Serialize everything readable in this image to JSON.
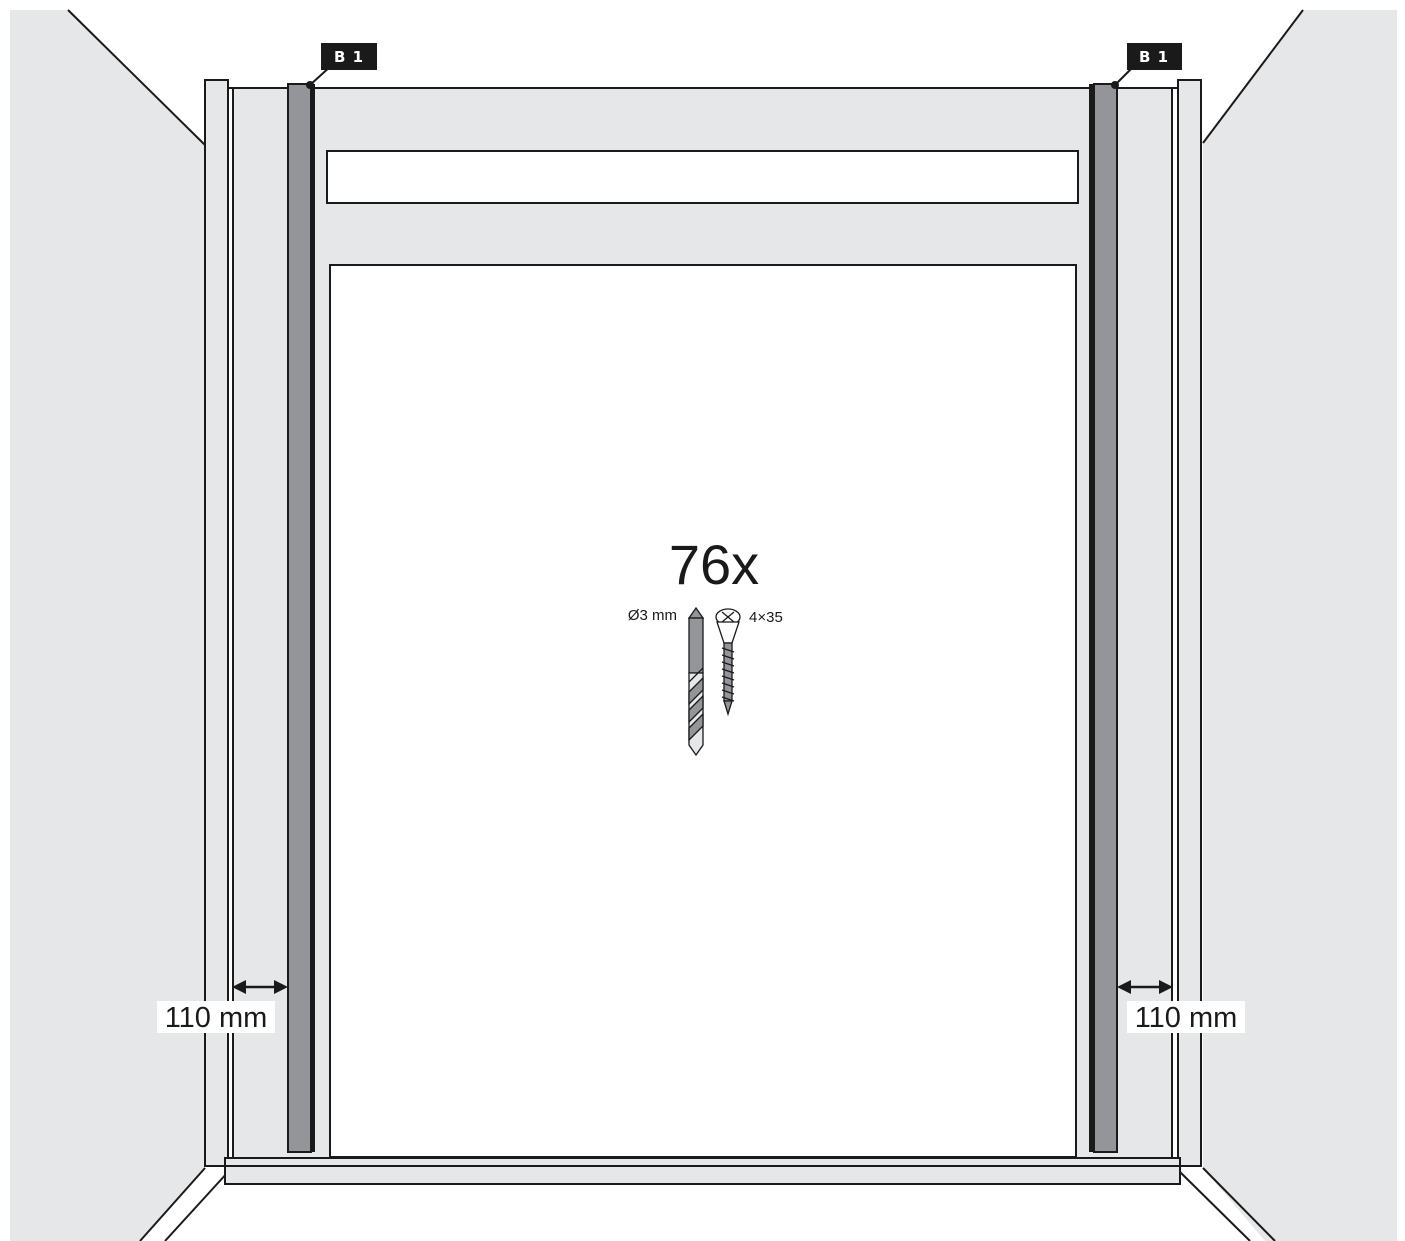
{
  "callouts": {
    "left_part_label": "B 1",
    "right_part_label": "B 1"
  },
  "hardware": {
    "quantity": "76x",
    "drill_size": "Ø3 mm",
    "screw_size": "4×35"
  },
  "dimensions": {
    "left_spacing": "110 mm",
    "right_spacing": "110 mm"
  },
  "colors": {
    "wall": "#e6e7e8",
    "frame": "#e6e7e8",
    "batten": "#939598",
    "line": "#1a1a1a",
    "opening": "#ffffff"
  },
  "icons": [
    "drill-bit-icon",
    "screw-icon",
    "dimension-arrow-icon"
  ]
}
